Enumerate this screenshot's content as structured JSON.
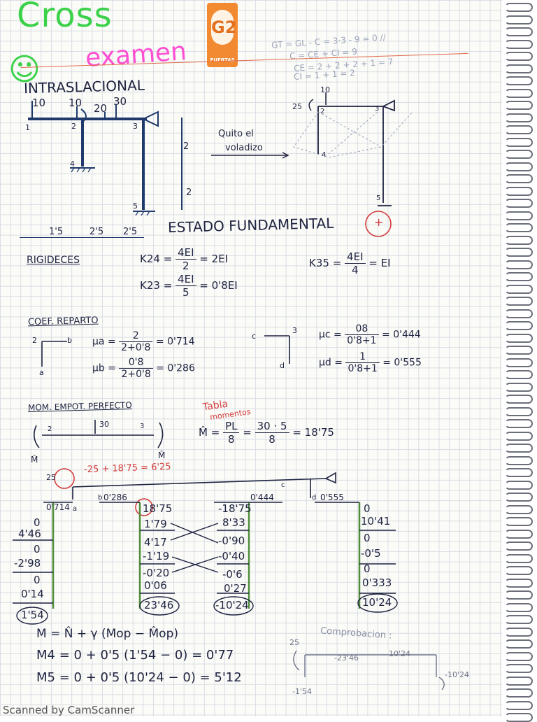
{
  "header": {
    "title": "Cross",
    "subtitle": "examen",
    "logo_text": "G2",
    "logo_sub": "PUERTAS",
    "faded_note": [
      "GT = GL - C = 3·3 - 9 = 0 //",
      "C = CE + CI = 9",
      "CE = 2 + 2 + 2 + 1 = 7",
      "CI = 1 + 1 = 2"
    ]
  },
  "section_title": "INTRASLACIONAL",
  "structure": {
    "loads": [
      "10",
      "10",
      "20",
      "30"
    ],
    "nodes": [
      "1",
      "2",
      "3",
      "4",
      "5"
    ],
    "heights": [
      "2",
      "2"
    ],
    "spans": [
      "1'5",
      "2'5",
      "2'5"
    ],
    "note": [
      "Quito el",
      "voladizo"
    ],
    "right_loads": [
      "10",
      "25"
    ],
    "right_nodes": [
      "2",
      "3",
      "4",
      "5"
    ]
  },
  "fundamental": {
    "label": "ESTADO FUNDAMENTAL",
    "sign": "+"
  },
  "rigideces": {
    "label": "RIGIDECES",
    "k24": {
      "lhs": "K24 =",
      "num": "4EI",
      "den": "2",
      "rhs": "= 2EI"
    },
    "k23": {
      "lhs": "K23 =",
      "num": "4EI",
      "den": "5",
      "rhs": "= 0'8EI"
    },
    "k35": {
      "lhs": "K35 =",
      "num": "4EI",
      "den": "4",
      "rhs": "= EI"
    }
  },
  "coef": {
    "label": "COEF. REPARTO",
    "left_nodes": [
      "2",
      "b",
      "a"
    ],
    "right_nodes": [
      "c",
      "3",
      "d"
    ],
    "ua": {
      "lhs": "μa =",
      "num": "2",
      "den": "2+0'8",
      "rhs": "= 0'714"
    },
    "ub": {
      "lhs": "μb =",
      "num": "0'8",
      "den": "2+0'8",
      "rhs": "= 0'286"
    },
    "uc": {
      "lhs": "μc =",
      "num": "08",
      "den": "0'8+1",
      "rhs": "= 0'444"
    },
    "ud": {
      "lhs": "μd =",
      "num": "1",
      "den": "0'8+1",
      "rhs": "= 0'555"
    }
  },
  "mom": {
    "label": "MOM. EMPOT. PERFECTO",
    "load": "30",
    "nodes": [
      "2",
      "3"
    ],
    "mhat": "M̂",
    "tabla": [
      "Tabla",
      "momentos"
    ],
    "formula": {
      "lhs": "M̂ =",
      "num": "PL",
      "den": "8",
      "eq": "=",
      "num2": "30 · 5",
      "den2": "8",
      "rhs": "= 18'75"
    }
  },
  "cross": {
    "load": "25",
    "red_note": "-25 + 18'75 = 6'25",
    "coef_labels": [
      "0'714",
      "a",
      "b",
      "0'286",
      "0'444",
      "c",
      "d",
      "0'555"
    ],
    "col_a": [
      "0",
      "4'46",
      "0",
      "-2'98",
      "0",
      "0'14",
      "1'54"
    ],
    "col_b": [
      "18'75",
      "1'79",
      "4'17",
      "-1'19",
      "-0'20",
      "0'06",
      "23'46"
    ],
    "col_c": [
      "-18'75",
      "8'33",
      "-0'90",
      "-0'40",
      "-0'6",
      "0'27",
      "-10'24"
    ],
    "col_d": [
      "0",
      "10'41",
      "0",
      "-0'5",
      "0",
      "0'333",
      "10'24"
    ]
  },
  "final": {
    "formula": "M = N̂ + γ (Mop − M̂op)",
    "m4": "M4 = 0 + 0'5 (1'54 − 0) = 0'77",
    "m5": "M5 = 0 + 0'5 (10'24 − 0) = 5'12",
    "comprobacion": "Comprobacion :",
    "check_vals": [
      "25",
      "-23'46",
      "10'24",
      "-1'54",
      "-10'24"
    ]
  },
  "footer": "Scanned by CamScanner"
}
